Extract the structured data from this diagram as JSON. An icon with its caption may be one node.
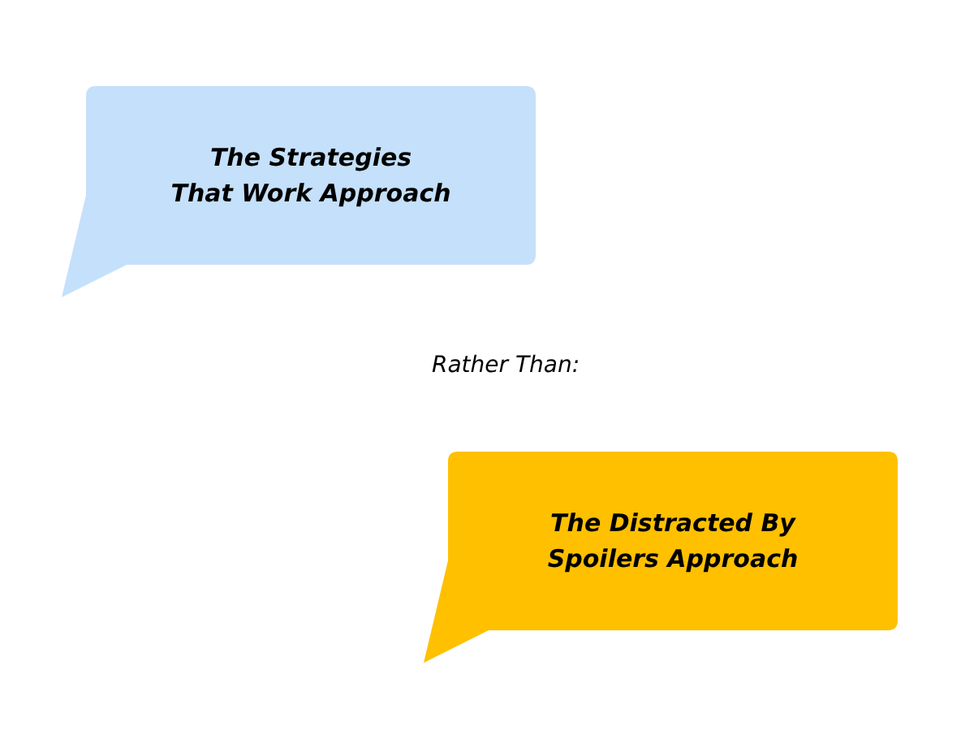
{
  "diagram": {
    "nodes": [
      {
        "text": [
          "The Strategies That Work Approach"
        ]
      },
      {
        "text": [
          "The Distracted By Spoilers Approach"
        ]
      }
    ],
    "edges": [],
    "labels": [
      "Rather Than:"
    ]
  }
}
